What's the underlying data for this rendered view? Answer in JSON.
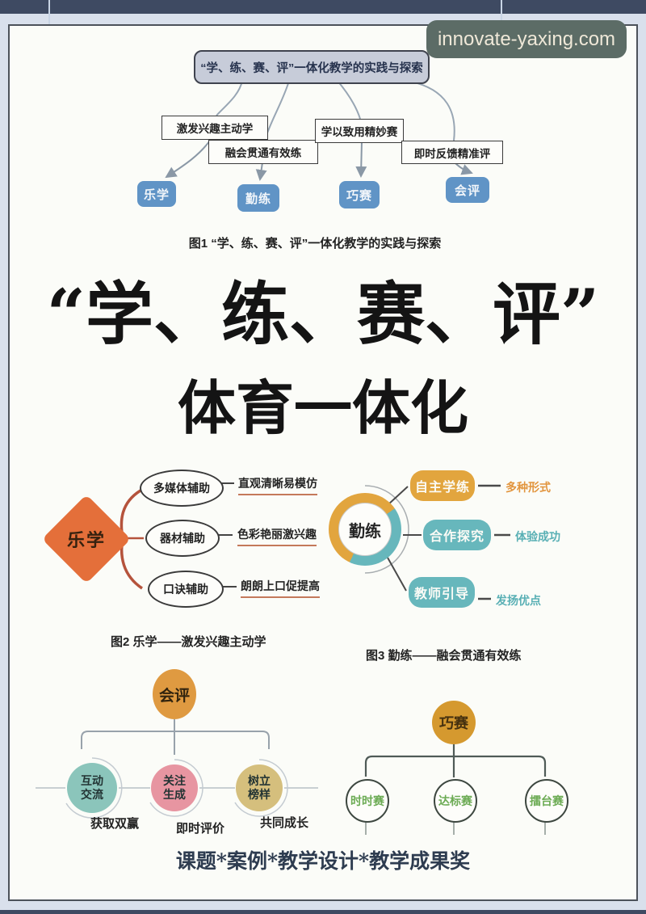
{
  "watermark": {
    "label": "innovate-yaxing.com"
  },
  "fig1": {
    "title": "“学、练、赛、评”一体化教学的实践与探索",
    "branches": [
      {
        "label": "激发兴趣主动学"
      },
      {
        "label": "融会贯通有效练"
      },
      {
        "label": "学以致用精妙赛"
      },
      {
        "label": "即时反馈精准评"
      }
    ],
    "nodes": [
      {
        "label": "乐学"
      },
      {
        "label": "勤练"
      },
      {
        "label": "巧赛"
      },
      {
        "label": "会评"
      }
    ],
    "caption": "图1 “学、练、赛、评”一体化教学的实践与探索"
  },
  "main_title": {
    "line1": "“学、练、赛、评”",
    "line2": "体育一体化"
  },
  "fig2": {
    "root": "乐学",
    "items": [
      {
        "node": "多媒体辅助",
        "desc": "直观清晰易模仿"
      },
      {
        "node": "器材辅助",
        "desc": "色彩艳丽激兴趣"
      },
      {
        "node": "口诀辅助",
        "desc": "朗朗上口促提高"
      }
    ],
    "caption": "图2 乐学——激发兴趣主动学"
  },
  "fig3": {
    "root": "勤练",
    "items": [
      {
        "node": "自主学练",
        "desc": "多种形式"
      },
      {
        "node": "合作探究",
        "desc": "体验成功"
      },
      {
        "node": "教师引导",
        "desc": "发扬优点"
      }
    ],
    "caption": "图3 勤练——融会贯通有效练"
  },
  "fig4": {
    "root": "会评",
    "items": [
      {
        "node": "互动交流",
        "desc": "获取双赢"
      },
      {
        "node": "关注生成",
        "desc": "即时评价"
      },
      {
        "node": "树立榜样",
        "desc": "共同成长"
      }
    ]
  },
  "fig5": {
    "root": "巧赛",
    "items": [
      {
        "label": "时时赛"
      },
      {
        "label": "达标赛"
      },
      {
        "label": "擂台赛"
      }
    ]
  },
  "footer": {
    "text": "课题*案例*教学设计*教学成果奖"
  },
  "colors": {
    "frame_band": "#3e4a62",
    "page_background": "#fbfcf8",
    "outer_background": "#d9e0ec",
    "node_blue": "#6094c6",
    "accent_orange": "#e46f3a",
    "gold": "#e2a53e",
    "teal": "#67b7bc",
    "pink": "#e795a1",
    "tan": "#d5bf7d",
    "green_text": "#6cab54",
    "watermark_background": "#5c6c66"
  }
}
